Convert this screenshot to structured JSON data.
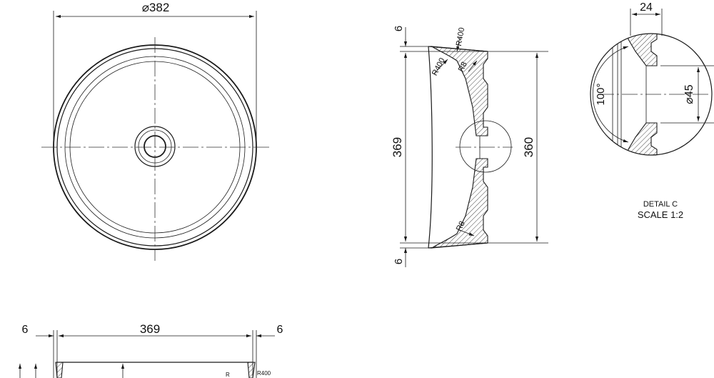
{
  "labels": {
    "diameter_overall": "⌀382",
    "side_top_gap": "6",
    "side_bottom_gap": "6",
    "side_height_outer": "369",
    "side_height_inner": "360",
    "side_r400_top": "R400",
    "side_r400_left": "R400",
    "side_r8_top": "R8",
    "side_r8_bottom": "R8",
    "detail_width": "24",
    "detail_angle": "100°",
    "detail_diameter": "⌀45",
    "detail_title": "DETAIL C",
    "detail_scale": "SCALE 1:2",
    "bottom_left_gap": "6",
    "bottom_width": "369",
    "bottom_right_gap": "6",
    "bottom_r400": "R400",
    "bottom_r_partial": "R"
  }
}
